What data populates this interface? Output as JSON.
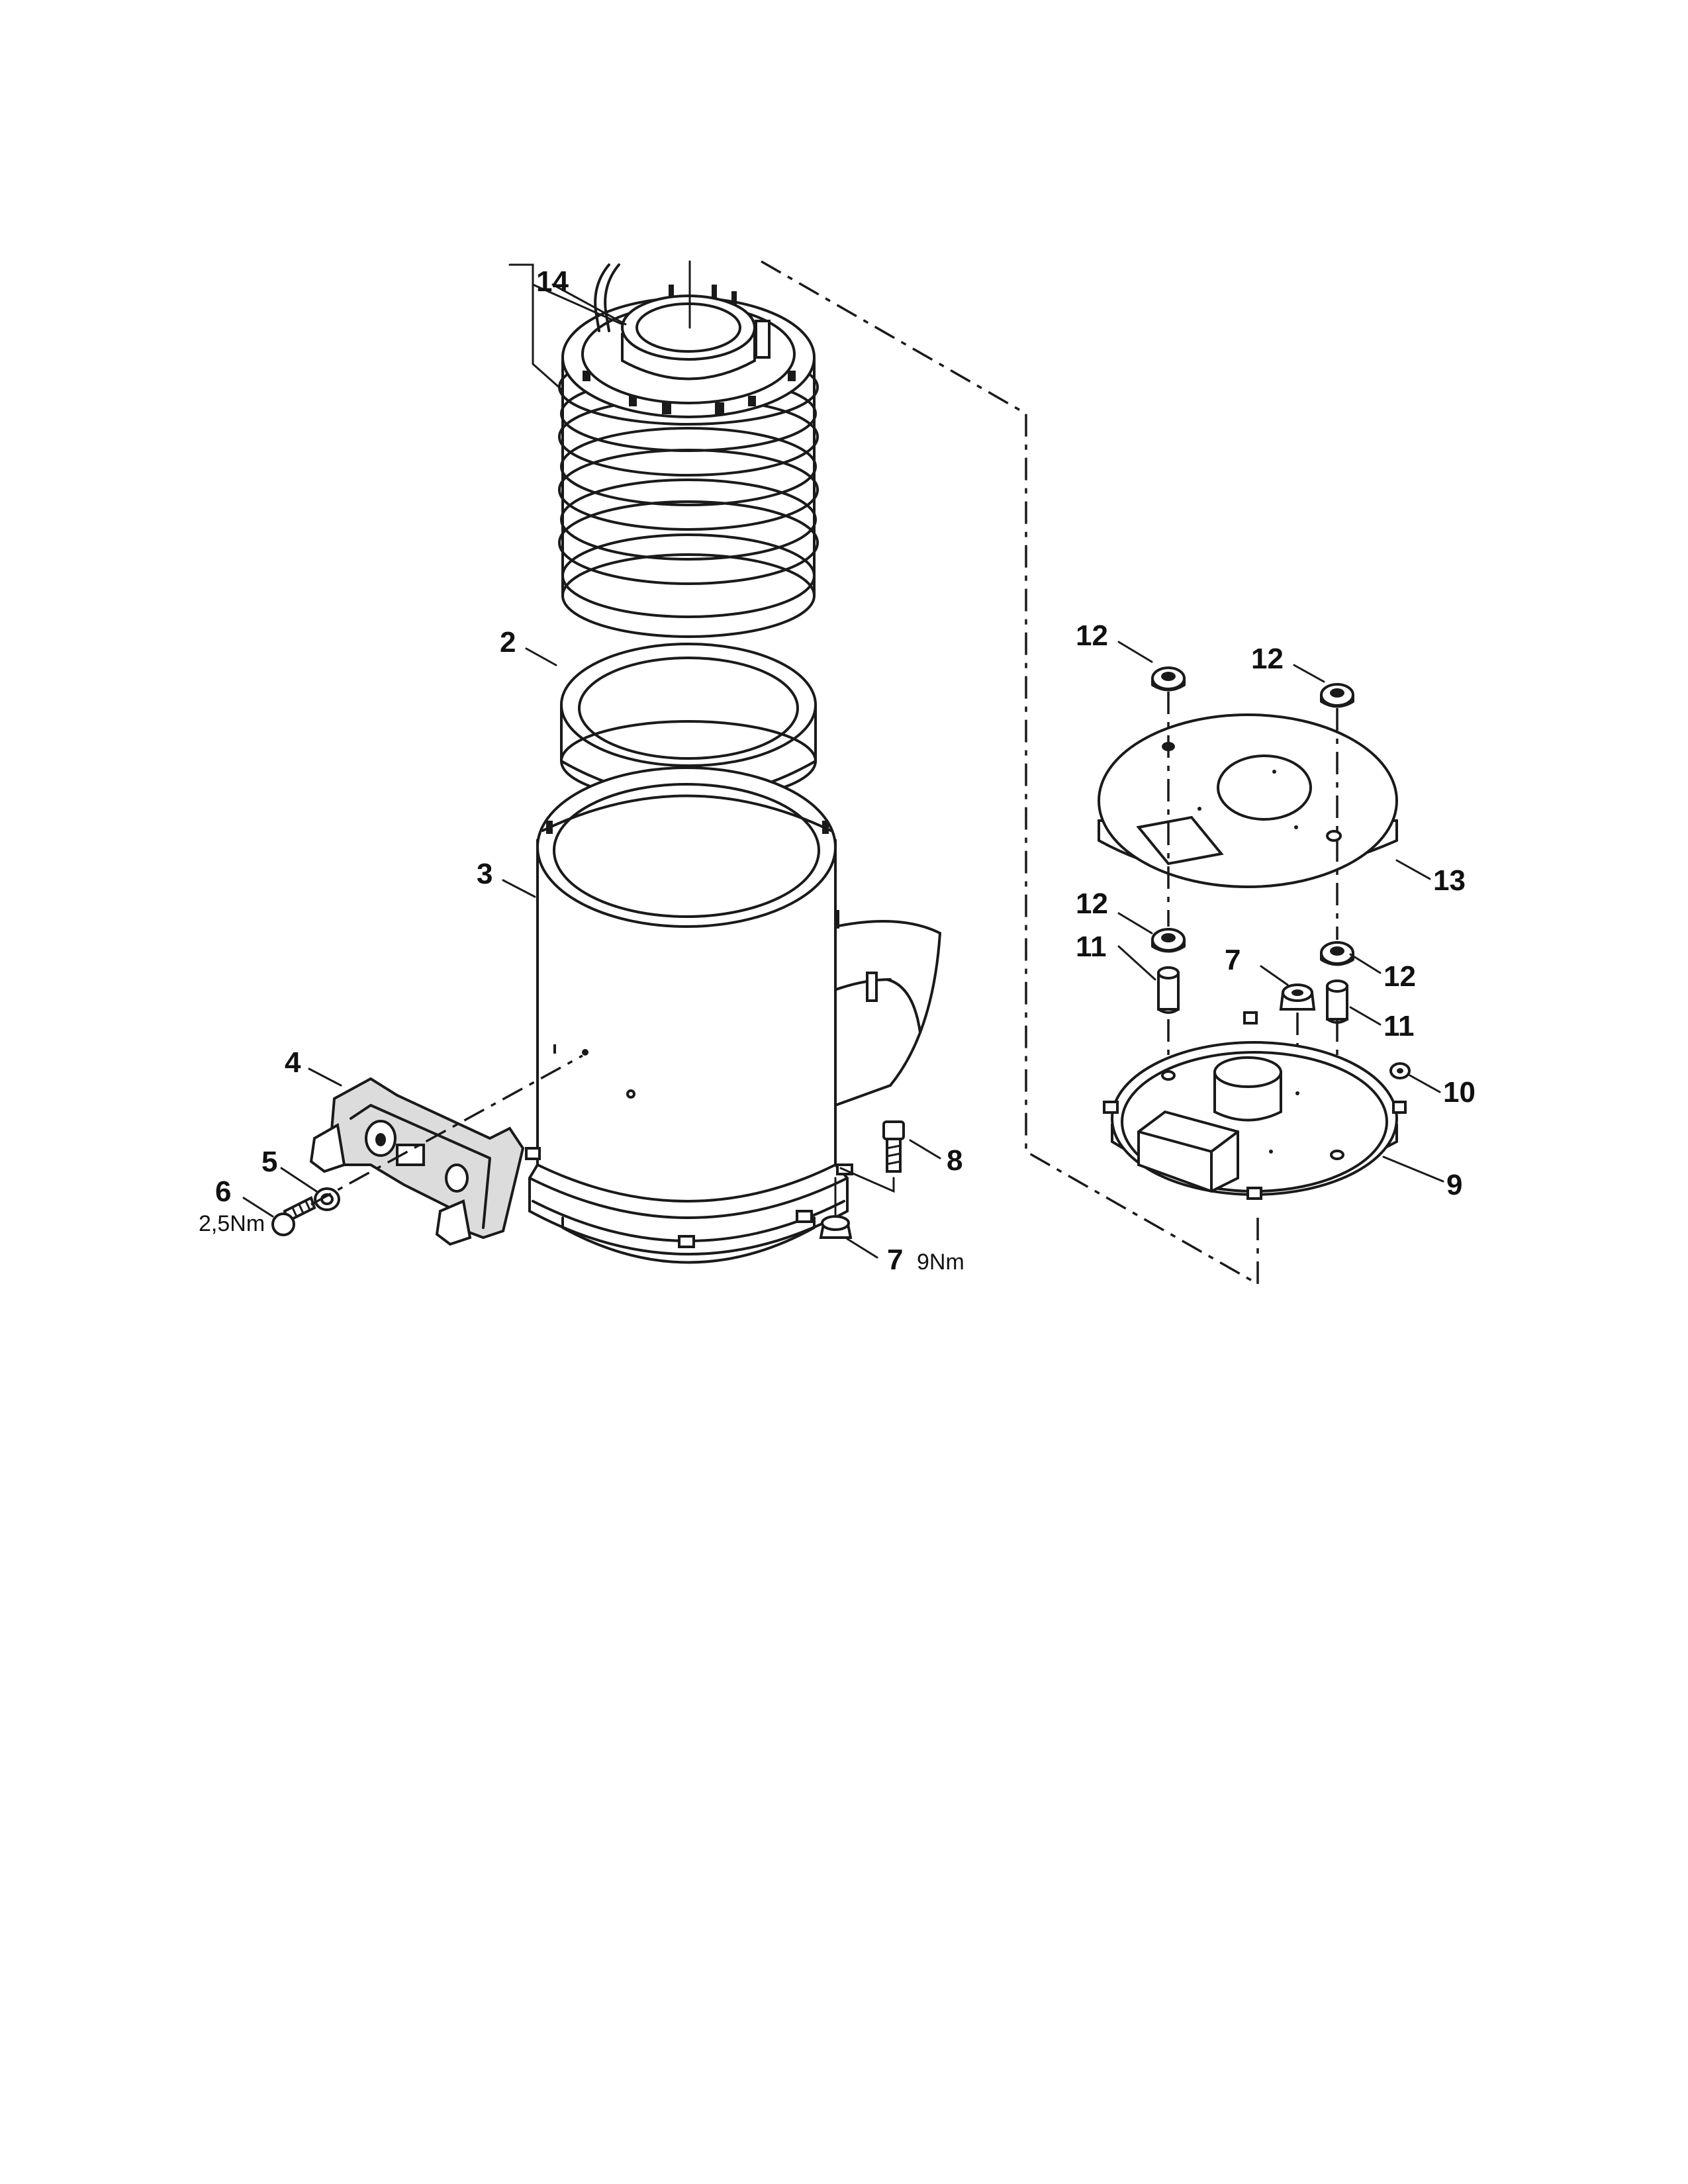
{
  "callouts": {
    "c14": "14",
    "c2": "2",
    "c3": "3",
    "c4": "4",
    "c5": "5",
    "c6": "6",
    "c7a": "7",
    "c7b": "7",
    "c8": "8",
    "c9": "9",
    "c10": "10",
    "c11a": "11",
    "c11b": "11",
    "c12a": "12",
    "c12b": "12",
    "c12c": "12",
    "c12d": "12",
    "c13": "13"
  },
  "torques": {
    "t6": "2,5Nm",
    "t7": "9Nm"
  }
}
